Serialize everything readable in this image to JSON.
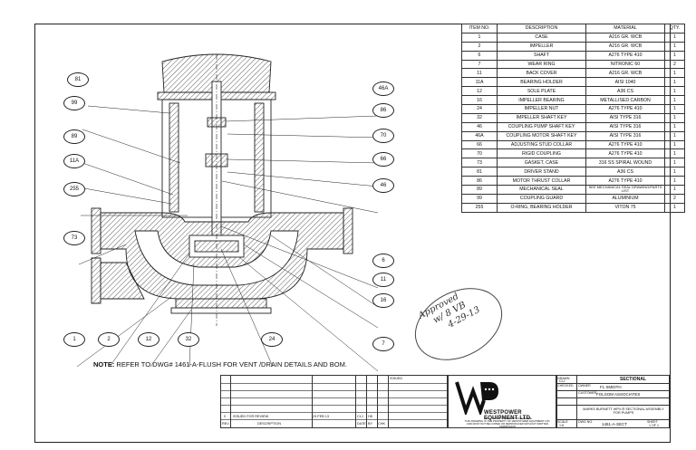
{
  "note": {
    "label": "NOTE:",
    "text": " REFER TO DWG# 1461-A-FLUSH FOR VENT /DRAIN DETAILS AND BOM."
  },
  "balloons": [
    "81",
    "99",
    "89",
    "11A",
    "255",
    "73",
    "1",
    "2",
    "12",
    "32",
    "24",
    "46A",
    "86",
    "70",
    "66",
    "46",
    "6",
    "11",
    "16",
    "7"
  ],
  "bom": {
    "headers": [
      "ITEM NO.",
      "DESCRIPTION",
      "MATERIAL",
      "QTY."
    ],
    "rows": [
      [
        "1",
        "CASE",
        "A216 GR. WCB",
        "1"
      ],
      [
        "2",
        "IMPELLER",
        "A216 GR. WCB",
        "1"
      ],
      [
        "6",
        "SHAFT",
        "A276 TYPE 410",
        "1"
      ],
      [
        "7",
        "WEAR RING",
        "NITRONIC 60",
        "2"
      ],
      [
        "11",
        "BACK COVER",
        "A216 GR. WCB",
        "1"
      ],
      [
        "11A",
        "BEARING HOLDER",
        "AISI 1040",
        "1"
      ],
      [
        "12",
        "SOLE PLATE",
        "A36 CS",
        "1"
      ],
      [
        "16",
        "IMPELLER BEARING",
        "METALLISED CARBON",
        "1"
      ],
      [
        "24",
        "IMPELLER NUT",
        "A276 TYPE 410",
        "1"
      ],
      [
        "32",
        "IMPELLER SHAFT KEY",
        "AISI TYPE 316",
        "1"
      ],
      [
        "46",
        "COUPLING PUMP SHAFT KEY",
        "AISI TYPE 316",
        "1"
      ],
      [
        "46A",
        "COUPLING MOTOR SHAFT KEY",
        "AISI TYPE 316",
        "1"
      ],
      [
        "66",
        "ADJUSTING STUD COLLAR",
        "A276 TYPE 410",
        "1"
      ],
      [
        "70",
        "RIGID COUPLING",
        "A276 TYPE 410",
        "1"
      ],
      [
        "73",
        "GASKET, CASE",
        "316 SS SPIRAL WOUND",
        "1"
      ],
      [
        "81",
        "DRIVER STAND",
        "A36 CS",
        "1"
      ],
      [
        "86",
        "MOTOR THRUST COLLAR",
        "A276 TYPE 410",
        "1"
      ],
      [
        "89",
        "MECHANICAL SEAL",
        "SEE MECHANICAL SEAL DRAWING/PARTS LIST",
        "1"
      ],
      [
        "99",
        "COUPLING GUARD",
        "ALUMINIUM",
        "2"
      ],
      [
        "255",
        "O-RING, BEARING HOLDER",
        "VITON 75",
        "1"
      ]
    ]
  },
  "handwritten": {
    "line1": "Approved",
    "line2": "w/ 8 VB",
    "line3": "4-29-13"
  },
  "revision": {
    "row": {
      "rev": "0",
      "description": "ISSUED FOR REVIEW",
      "date": "23 FEB 13",
      "chk": "CLJ",
      "apr": "HK"
    },
    "headers": {
      "rev": "REV",
      "description": "DESCRIPTION",
      "date": "DATE",
      "by": "BY",
      "chk": "CHK"
    },
    "label": "ISSUED"
  },
  "company": {
    "name": "WESTPOWER EQUIPMENT LTD.",
    "address": "4451 - 57TH ST. - EDMONTON ALBERTA",
    "notice": "THIS DRAWING IS THE PROPERTY OF WESTPOWER EQUIPMENT LTD. AND MUST NOT BE COPIED OR REPRODUCED WITHOUT WRITTEN PERMISSION"
  },
  "title_block": {
    "view": "SECTIONAL",
    "drawn_label": "DRAWN",
    "drawn": "CLJ",
    "checked": "CHECKED",
    "name_label": "OWNER",
    "name": "FL SMIDTH",
    "customer_label": "CUSTOMER",
    "customer": "FOLSOM ASSOCIATES",
    "title": "MARKS BURNETT WPV-R SECTIONAL ASSEMBLY FOR PUMPS",
    "scale_label": "SCALE",
    "scale": "1:8",
    "dwg_label": "DWG NO.",
    "dwg": "1461-A-SECT",
    "sheet_label": "SHEET",
    "sheet": "1 OF 1"
  }
}
